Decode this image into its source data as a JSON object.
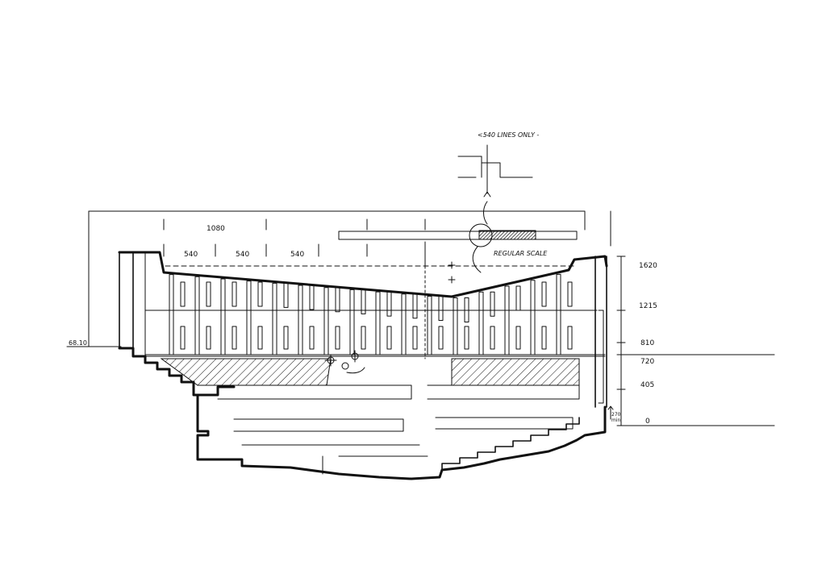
{
  "annotations": {
    "note_top": "<540 LINES ONLY -",
    "regular_scale": "REGULAR SCALE",
    "dim_1080": "1080",
    "dim_540_a": "540",
    "dim_540_b": "540",
    "dim_540_c": "540",
    "level_left": "68.10",
    "level_1620": "1620",
    "level_1215": "1215",
    "level_810": "810",
    "level_720": "720",
    "level_405": "405",
    "level_0": "0",
    "min_note_a": "270",
    "min_note_b": "min"
  },
  "colors": {
    "ink": "#111111",
    "paper": "#ffffff"
  }
}
